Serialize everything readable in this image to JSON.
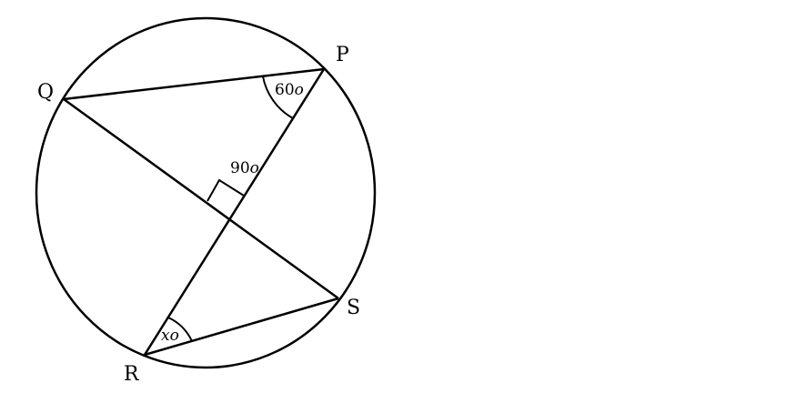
{
  "points": {
    "P": "P",
    "Q": "Q",
    "R": "R",
    "S": "S"
  },
  "angles": {
    "at_P": {
      "number": "60",
      "unit": "o"
    },
    "right_angle": {
      "number": "90",
      "unit": "o"
    },
    "at_R": {
      "variable": "x",
      "unit": "o"
    }
  }
}
